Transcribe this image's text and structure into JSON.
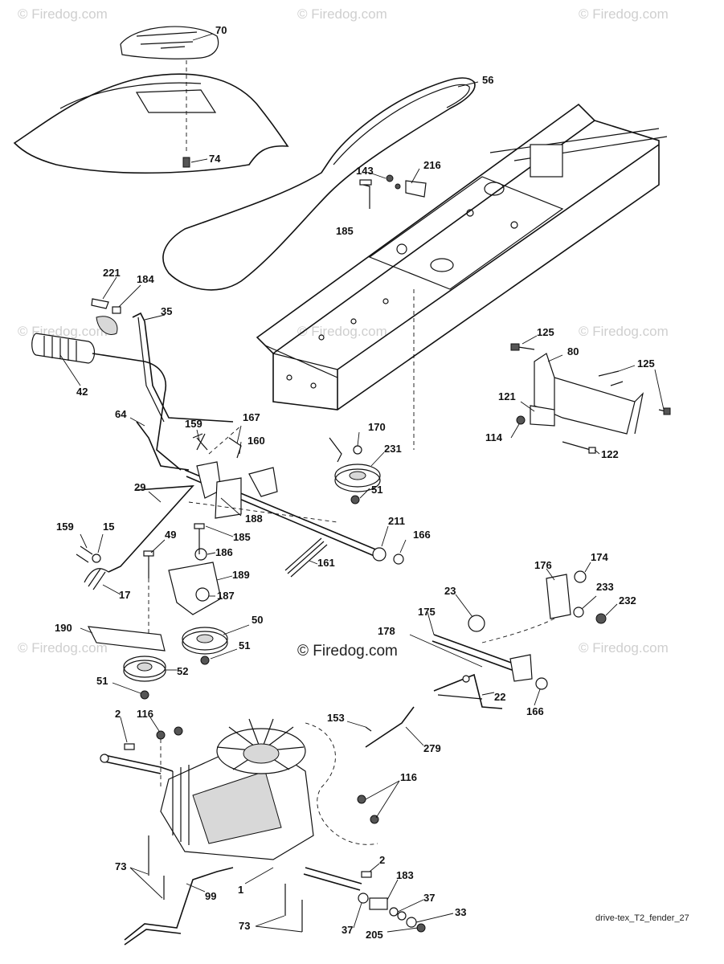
{
  "watermarks": {
    "top": [
      "© Firedog.com",
      "© Firedog.com",
      "© Firedog.com"
    ],
    "middle": [
      "© Firedog.com",
      "© Firedog.com",
      "© Firedog.com"
    ],
    "lower": [
      "© Firedog.com",
      "© Firedog.com"
    ],
    "center": "© Firedog.com"
  },
  "footer_code": "drive-tex_T2_fender_27",
  "callouts": {
    "p70": "70",
    "p56": "56",
    "p74": "74",
    "p143": "143",
    "p216": "216",
    "p185a": "185",
    "p221": "221",
    "p184": "184",
    "p35": "35",
    "p42": "42",
    "p125a": "125",
    "p80": "80",
    "p125b": "125",
    "p121": "121",
    "p114": "114",
    "p122": "122",
    "p64": "64",
    "p159a": "159",
    "p167": "167",
    "p160": "160",
    "p170": "170",
    "p231": "231",
    "p51a": "51",
    "p29": "29",
    "p188": "188",
    "p159b": "159",
    "p15": "15",
    "p49": "49",
    "p185b": "185",
    "p186": "186",
    "p211": "211",
    "p166a": "166",
    "p161": "161",
    "p189": "189",
    "p17": "17",
    "p187": "187",
    "p176": "176",
    "p174": "174",
    "p23": "23",
    "p233": "233",
    "p232": "232",
    "p50": "50",
    "p190": "190",
    "p51b": "51",
    "p175": "175",
    "p178": "178",
    "p52": "52",
    "p51c": "51",
    "p22": "22",
    "p166b": "166",
    "p2a": "2",
    "p116a": "116",
    "p153": "153",
    "p279": "279",
    "p116b": "116",
    "p73a": "73",
    "p1": "1",
    "p99": "99",
    "p2b": "2",
    "p183": "183",
    "p37a": "37",
    "p37b": "37",
    "p33": "33",
    "p205": "205",
    "p73b": "73"
  }
}
